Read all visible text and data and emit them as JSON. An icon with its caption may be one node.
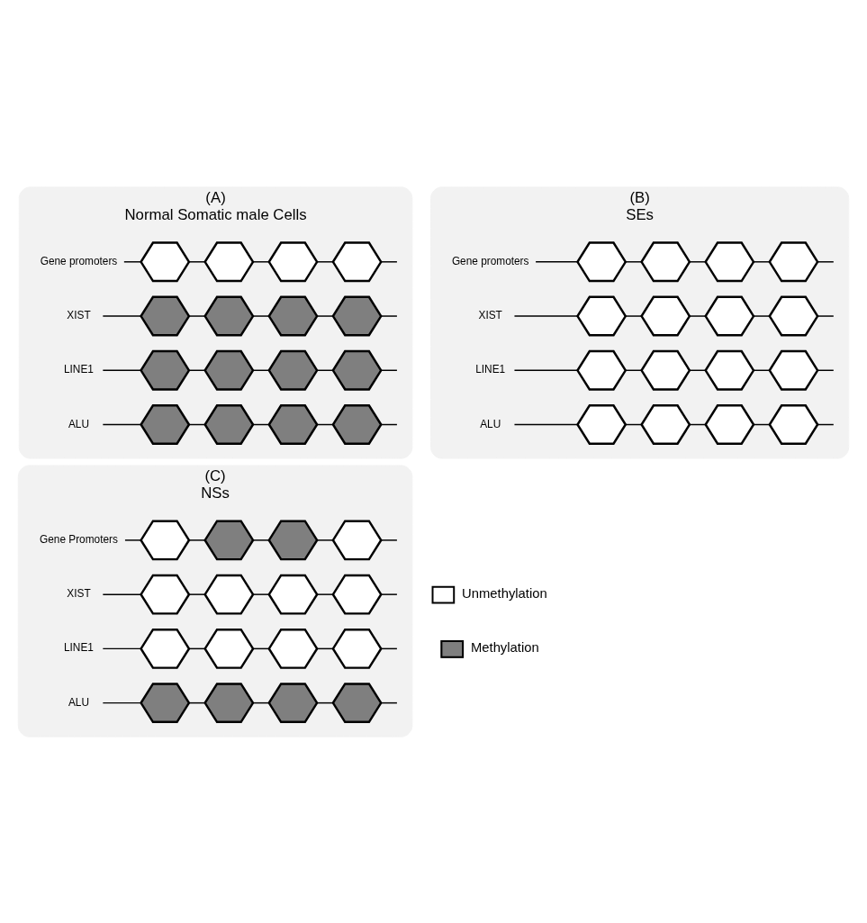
{
  "diagram": {
    "nodes": [
      {
        "text": [
          "(A)",
          "Normal Somatic male Cells"
        ]
      },
      {
        "text": [
          "Gene promoters"
        ],
        "in": 0
      },
      {
        "text": [],
        "shape": "hexagon",
        "in": 0
      },
      {
        "text": [],
        "shape": "hexagon",
        "in": 0
      },
      {
        "text": [],
        "shape": "hexagon",
        "in": 0
      },
      {
        "text": [],
        "shape": "hexagon",
        "in": 0
      },
      {
        "text": [
          "XIST"
        ],
        "in": 0
      },
      {
        "text": [],
        "shape": "hexagon",
        "in": 0
      },
      {
        "text": [],
        "shape": "hexagon",
        "in": 0
      },
      {
        "text": [],
        "shape": "hexagon",
        "in": 0
      },
      {
        "text": [],
        "shape": "hexagon",
        "in": 0
      },
      {
        "text": [
          "LINE1"
        ],
        "in": 0
      },
      {
        "text": [],
        "shape": "hexagon",
        "in": 0
      },
      {
        "text": [],
        "shape": "hexagon",
        "in": 0
      },
      {
        "text": [],
        "shape": "hexagon",
        "in": 0
      },
      {
        "text": [],
        "shape": "hexagon",
        "in": 0
      },
      {
        "text": [
          "ALU"
        ],
        "in": 0
      },
      {
        "text": [],
        "shape": "hexagon",
        "in": 0
      },
      {
        "text": [],
        "shape": "hexagon",
        "in": 0
      },
      {
        "text": [],
        "shape": "hexagon",
        "in": 0
      },
      {
        "text": [],
        "shape": "hexagon",
        "in": 0
      },
      {
        "text": [
          "(B)",
          "SEs"
        ]
      },
      {
        "text": [
          "Gene promoters"
        ],
        "in": 21
      },
      {
        "text": [],
        "shape": "hexagon",
        "in": 21
      },
      {
        "text": [],
        "shape": "hexagon",
        "in": 21
      },
      {
        "text": [],
        "shape": "hexagon",
        "in": 21
      },
      {
        "text": [],
        "shape": "hexagon",
        "in": 21
      },
      {
        "text": [
          "XIST"
        ],
        "in": 21
      },
      {
        "text": [],
        "shape": "hexagon",
        "in": 21
      },
      {
        "text": [],
        "shape": "hexagon",
        "in": 21
      },
      {
        "text": [],
        "shape": "hexagon",
        "in": 21
      },
      {
        "text": [],
        "shape": "hexagon",
        "in": 21
      },
      {
        "text": [
          "LINE1"
        ],
        "in": 21
      },
      {
        "text": [],
        "shape": "hexagon",
        "in": 21
      },
      {
        "text": [],
        "shape": "hexagon",
        "in": 21
      },
      {
        "text": [],
        "shape": "hexagon",
        "in": 21
      },
      {
        "text": [],
        "shape": "hexagon",
        "in": 21
      },
      {
        "text": [
          "ALU"
        ],
        "in": 21
      },
      {
        "text": [],
        "shape": "hexagon",
        "in": 21
      },
      {
        "text": [],
        "shape": "hexagon",
        "in": 21
      },
      {
        "text": [],
        "shape": "hexagon",
        "in": 21
      },
      {
        "text": [],
        "shape": "hexagon",
        "in": 21
      },
      {
        "text": [
          "(C)",
          "NSs"
        ]
      },
      {
        "text": [
          "Gene Promoters"
        ],
        "in": 42
      },
      {
        "text": [],
        "shape": "hexagon",
        "in": 42
      },
      {
        "text": [],
        "shape": "hexagon",
        "in": 42
      },
      {
        "text": [],
        "shape": "hexagon",
        "in": 42
      },
      {
        "text": [],
        "shape": "hexagon",
        "in": 42
      },
      {
        "text": [
          "XIST"
        ],
        "in": 42
      },
      {
        "text": [],
        "shape": "hexagon",
        "in": 42
      },
      {
        "text": [],
        "shape": "hexagon",
        "in": 42
      },
      {
        "text": [],
        "shape": "hexagon",
        "in": 42
      },
      {
        "text": [],
        "shape": "hexagon",
        "in": 42
      },
      {
        "text": [
          "LINE1"
        ],
        "in": 42
      },
      {
        "text": [],
        "shape": "hexagon",
        "in": 42
      },
      {
        "text": [],
        "shape": "hexagon",
        "in": 42
      },
      {
        "text": [],
        "shape": "hexagon",
        "in": 42
      },
      {
        "text": [],
        "shape": "hexagon",
        "in": 42
      },
      {
        "text": [
          "ALU"
        ],
        "in": 42
      },
      {
        "text": [],
        "shape": "hexagon",
        "in": 42
      },
      {
        "text": [],
        "shape": "hexagon",
        "in": 42
      },
      {
        "text": [],
        "shape": "hexagon",
        "in": 42
      },
      {
        "text": [],
        "shape": "hexagon",
        "in": 42
      }
    ],
    "edges": [
      {
        "from": 1,
        "to": 2,
        "arrow": "none"
      },
      {
        "from": 2,
        "to": 3,
        "arrow": "none"
      },
      {
        "from": 3,
        "to": 4,
        "arrow": "none"
      },
      {
        "from": 4,
        "to": 5,
        "arrow": "none"
      },
      {
        "from": 5,
        "to": null,
        "arrow": "none"
      },
      {
        "from": 6,
        "to": 7,
        "arrow": "none"
      },
      {
        "from": 7,
        "to": 8,
        "arrow": "none"
      },
      {
        "from": 8,
        "to": 9,
        "arrow": "none"
      },
      {
        "from": 9,
        "to": 10,
        "arrow": "none"
      },
      {
        "from": 10,
        "to": null,
        "arrow": "none"
      },
      {
        "from": 11,
        "to": 12,
        "arrow": "none"
      },
      {
        "from": 12,
        "to": 13,
        "arrow": "none"
      },
      {
        "from": 13,
        "to": 14,
        "arrow": "none"
      },
      {
        "from": 14,
        "to": 15,
        "arrow": "none"
      },
      {
        "from": 15,
        "to": null,
        "arrow": "none"
      },
      {
        "from": 16,
        "to": 17,
        "arrow": "none"
      },
      {
        "from": 17,
        "to": 18,
        "arrow": "none"
      },
      {
        "from": 18,
        "to": 19,
        "arrow": "none"
      },
      {
        "from": 19,
        "to": 20,
        "arrow": "none"
      },
      {
        "from": 20,
        "to": null,
        "arrow": "none"
      },
      {
        "from": 22,
        "to": 23,
        "arrow": "none"
      },
      {
        "from": 23,
        "to": 24,
        "arrow": "none"
      },
      {
        "from": 24,
        "to": 25,
        "arrow": "none"
      },
      {
        "from": 25,
        "to": 26,
        "arrow": "none"
      },
      {
        "from": 26,
        "to": null,
        "arrow": "none"
      },
      {
        "from": 27,
        "to": 28,
        "arrow": "none"
      },
      {
        "from": 28,
        "to": 29,
        "arrow": "none"
      },
      {
        "from": 29,
        "to": 30,
        "arrow": "none"
      },
      {
        "from": 30,
        "to": 31,
        "arrow": "none"
      },
      {
        "from": 31,
        "to": null,
        "arrow": "none"
      },
      {
        "from": 32,
        "to": 33,
        "arrow": "none"
      },
      {
        "from": 33,
        "to": 34,
        "arrow": "none"
      },
      {
        "from": 34,
        "to": 35,
        "arrow": "none"
      },
      {
        "from": 35,
        "to": 36,
        "arrow": "none"
      },
      {
        "from": 36,
        "to": null,
        "arrow": "none"
      },
      {
        "from": 37,
        "to": 38,
        "arrow": "none"
      },
      {
        "from": 38,
        "to": 39,
        "arrow": "none"
      },
      {
        "from": 39,
        "to": 40,
        "arrow": "none"
      },
      {
        "from": 40,
        "to": 41,
        "arrow": "none"
      },
      {
        "from": 41,
        "to": null,
        "arrow": "none"
      },
      {
        "from": 43,
        "to": 44,
        "arrow": "none"
      },
      {
        "from": 44,
        "to": 45,
        "arrow": "none"
      },
      {
        "from": 45,
        "to": 46,
        "arrow": "none"
      },
      {
        "from": 46,
        "to": 47,
        "arrow": "none"
      },
      {
        "from": 47,
        "to": null,
        "arrow": "none"
      },
      {
        "from": 48,
        "to": 49,
        "arrow": "none"
      },
      {
        "from": 49,
        "to": 50,
        "arrow": "none"
      },
      {
        "from": 50,
        "to": 51,
        "arrow": "none"
      },
      {
        "from": 51,
        "to": 52,
        "arrow": "none"
      },
      {
        "from": 52,
        "to": null,
        "arrow": "none"
      },
      {
        "from": 53,
        "to": 54,
        "arrow": "none"
      },
      {
        "from": 54,
        "to": 55,
        "arrow": "none"
      },
      {
        "from": 55,
        "to": 56,
        "arrow": "none"
      },
      {
        "from": 56,
        "to": 57,
        "arrow": "none"
      },
      {
        "from": 57,
        "to": null,
        "arrow": "none"
      },
      {
        "from": 58,
        "to": 59,
        "arrow": "none"
      },
      {
        "from": 59,
        "to": 60,
        "arrow": "none"
      },
      {
        "from": 60,
        "to": 61,
        "arrow": "none"
      },
      {
        "from": 61,
        "to": 62,
        "arrow": "none"
      },
      {
        "from": 62,
        "to": null,
        "arrow": "none"
      }
    ],
    "legend": [
      {
        "text": "Unmethylation",
        "color": "#ffffff"
      },
      {
        "text": "Methylation",
        "color": "#7f7f7f"
      }
    ]
  }
}
